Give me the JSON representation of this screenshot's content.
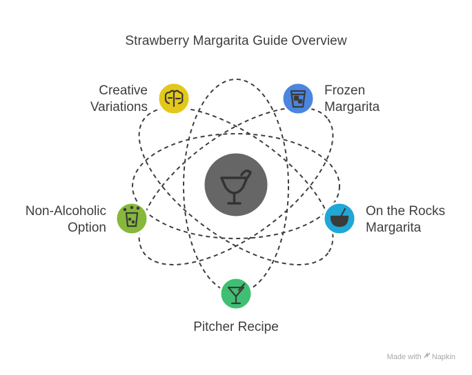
{
  "title": "Strawberry Margarita Guide Overview",
  "center": {
    "icon": "margarita-glass-icon",
    "color": "#666666"
  },
  "nodes": [
    {
      "id": "creative",
      "line1": "Creative",
      "line2": "Variations",
      "icon": "brain-icon",
      "color": "#e3c819"
    },
    {
      "id": "frozen",
      "line1": "Frozen",
      "line2": "Margarita",
      "icon": "ice-glass-icon",
      "color": "#4a86e0"
    },
    {
      "id": "rocks",
      "line1": "On the Rocks",
      "line2": "Margarita",
      "icon": "coconut-drink-icon",
      "color": "#1fa7d6"
    },
    {
      "id": "pitcher",
      "line1": "Pitcher Recipe",
      "line2": "",
      "icon": "cocktail-icon",
      "color": "#3fbf72"
    },
    {
      "id": "nonalc",
      "line1": "Non-Alcoholic",
      "line2": "Option",
      "icon": "fizzy-drink-icon",
      "color": "#86b83a"
    }
  ],
  "watermark": {
    "prefix": "Made with",
    "brand": "Napkin"
  }
}
